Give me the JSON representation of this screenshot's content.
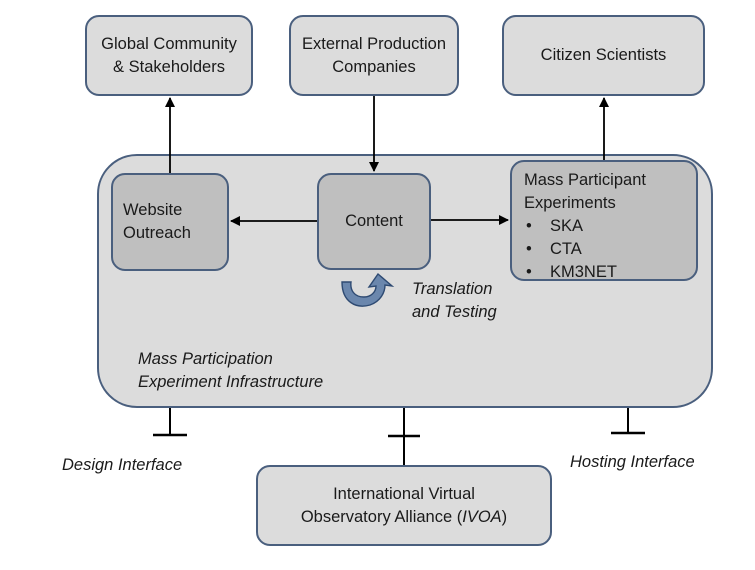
{
  "boxes": {
    "global_community": "Global Community & Stakeholders",
    "external_production": "External Production Companies",
    "citizen_scientists": "Citizen Scientists",
    "website_outreach": "Website Outreach",
    "content": "Content",
    "mass_participant_experiments": {
      "title": "Mass Participant Experiments",
      "items": [
        "SKA",
        "CTA",
        "KM3NET"
      ]
    },
    "ivoa": {
      "line1": "International Virtual",
      "line2_prefix": "Observatory Alliance (",
      "line2_italic": "IVOA",
      "line2_suffix": ")"
    }
  },
  "labels": {
    "infrastructure_line1": "Mass Participation",
    "infrastructure_line2": "Experiment Infrastructure",
    "translation_line1": "Translation",
    "translation_line2": "and Testing",
    "design_interface": "Design Interface",
    "hosting_interface": "Hosting Interface"
  },
  "colors": {
    "border": "#4a5f7e",
    "box_light": "#dcdcdc",
    "box_dark": "#bfbfbf",
    "cycle_arrow": "#6b87ad"
  }
}
